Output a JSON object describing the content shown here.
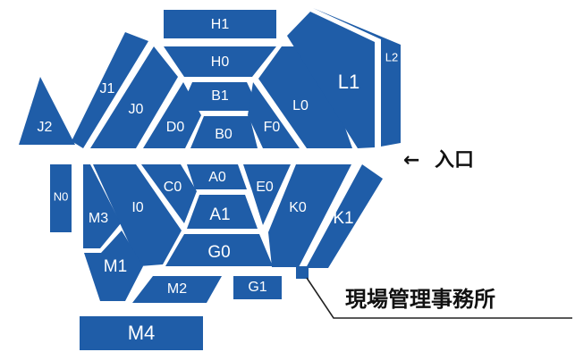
{
  "colors": {
    "block": "#1f5da8",
    "label": "#ffffff",
    "text": "#111111"
  },
  "blocks": {
    "H1": "H1",
    "H0": "H0",
    "B1": "B1",
    "B0": "B0",
    "D0": "D0",
    "F0": "F0",
    "J0": "J0",
    "J1": "J1",
    "J2": "J2",
    "L0": "L0",
    "L1": "L1",
    "L2": "L2",
    "N0": "N0",
    "M3": "M3",
    "I0": "I0",
    "C0": "C0",
    "A0": "A0",
    "E0": "E0",
    "A1": "A1",
    "K0": "K0",
    "K1": "K1",
    "M1": "M1",
    "G0": "G0",
    "M2": "M2",
    "G1": "G1",
    "M4": "M4"
  },
  "entrance": {
    "arrow": "←",
    "label": "入口"
  },
  "office": {
    "label": "現場管理事務所"
  }
}
